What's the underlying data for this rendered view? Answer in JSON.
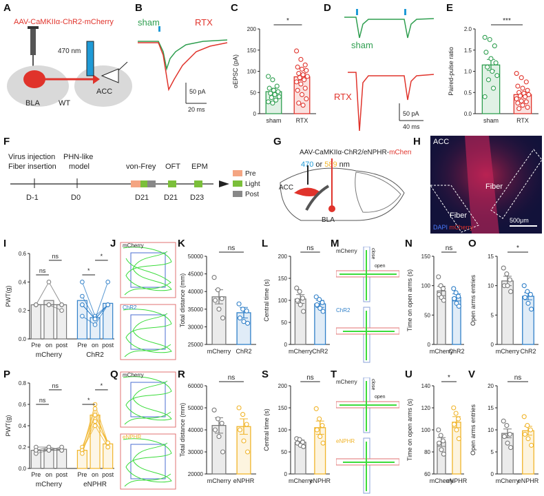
{
  "colors": {
    "sham": "#2e9e4f",
    "rtx": "#e0332b",
    "mcherry": "#777777",
    "chr2": "#2f7fc8",
    "enphr": "#f0b429",
    "pre": "#f4a582",
    "light": "#7bbf3a",
    "post": "#888888",
    "blue": "#1f9ad6",
    "red": "#e0332b"
  },
  "panels": {
    "A": "A",
    "B": "B",
    "C": "C",
    "D": "D",
    "E": "E",
    "F": "F",
    "G": "G",
    "H": "H",
    "I": "I",
    "J": "J",
    "K": "K",
    "L": "L",
    "M": "M",
    "N": "N",
    "O": "O",
    "P": "P",
    "Q": "Q",
    "R": "R",
    "S": "S",
    "T": "T",
    "U": "U",
    "V": "V"
  },
  "A": {
    "virus": "AAV-CaMKIIα-ChR2-mCherry",
    "wavelength": "470 nm",
    "bla": "BLA",
    "acc": "ACC",
    "genotype": "WT"
  },
  "B": {
    "sham": "sham",
    "rtx": "RTX",
    "scale_y": "50 pA",
    "scale_x": "20 ms"
  },
  "D": {
    "sham": "sham",
    "rtx": "RTX",
    "scale_y": "50 pA",
    "scale_x": "40 ms"
  },
  "F": {
    "ev1a": "Virus injection",
    "ev1b": "Fiber insertion",
    "ev2a": "PHN-like",
    "ev2b": "model",
    "t1": "D-1",
    "t2": "D0",
    "vf": "von-Frey",
    "oft": "OFT",
    "epm": "EPM",
    "d21a": "D21",
    "d21b": "D21",
    "d23": "D23",
    "legend": [
      "Pre",
      "Light",
      "Post"
    ]
  },
  "G": {
    "virus_a": "AAV-CaMKIIα-ChR2/eNPHR-",
    "virus_b": "mCherry",
    "w1": "470",
    "or": " or ",
    "w2": "589",
    "nm": " nm",
    "acc": "ACC",
    "bla": "BLA"
  },
  "H": {
    "acc": "ACC",
    "fiber1": "Fiber",
    "fiber2": "Fiber",
    "dapi": "DAPI",
    "mcherry": " mCherry",
    "scale": "500μm"
  },
  "J": {
    "top": "mCherry",
    "bottom": "ChR2"
  },
  "Q": {
    "top": "mCherry",
    "bottom": "eNPHR"
  },
  "M": {
    "top": "mCherry",
    "bottom": "ChR2",
    "close": "close",
    "open": "open"
  },
  "T": {
    "top": "mCherry",
    "bottom": "eNPHR",
    "close": "close",
    "open": "open"
  },
  "chart_data": [
    {
      "panel": "C",
      "type": "bar",
      "ylabel": "oEPSC (pA)",
      "ylim": [
        0,
        200
      ],
      "yticks": [
        0,
        50,
        100,
        150,
        200
      ],
      "categories": [
        "sham",
        "RTX"
      ],
      "values": [
        52,
        87
      ],
      "err": [
        8,
        8
      ],
      "sig": "*",
      "points": [
        [
          88,
          80,
          65,
          60,
          55,
          52,
          48,
          45,
          40,
          38,
          32,
          28,
          25
        ],
        [
          148,
          128,
          115,
          110,
          105,
          102,
          95,
          92,
          88,
          85,
          80,
          75,
          70,
          60,
          55,
          45,
          35,
          25,
          20
        ]
      ]
    },
    {
      "panel": "E",
      "type": "bar",
      "ylabel": "Paired-pulse ratio",
      "ylim": [
        0,
        2.0
      ],
      "yticks": [
        0.0,
        0.5,
        1.0,
        1.5,
        2.0
      ],
      "categories": [
        "sham",
        "RTX"
      ],
      "values": [
        1.15,
        0.45
      ],
      "err": [
        0.13,
        0.05
      ],
      "sig": "***",
      "points": [
        [
          1.8,
          1.75,
          1.6,
          1.45,
          1.3,
          1.2,
          1.1,
          1.0,
          0.9,
          0.8,
          0.6,
          0.4
        ],
        [
          0.95,
          0.85,
          0.75,
          0.65,
          0.6,
          0.55,
          0.5,
          0.48,
          0.45,
          0.42,
          0.4,
          0.35,
          0.3,
          0.28,
          0.25,
          0.2,
          0.15,
          0.12
        ]
      ]
    },
    {
      "panel": "I",
      "type": "paired-bar",
      "ylabel": "PWT(g)",
      "ylim": [
        0,
        0.6
      ],
      "yticks": [
        0.0,
        0.2,
        0.4,
        0.6
      ],
      "xticks": [
        "Pre",
        "on",
        "post",
        "Pre",
        "on",
        "post"
      ],
      "groups": [
        "mCherry",
        "ChR2"
      ],
      "values": [
        0.24,
        0.27,
        0.24,
        0.27,
        0.15,
        0.25
      ],
      "sig": [
        [
          "ns",
          "ns"
        ],
        [
          "*",
          "*"
        ]
      ],
      "lines": [
        [
          [
            0.24,
            0.24,
            0.24
          ],
          [
            0.24,
            0.4,
            0.24
          ],
          [
            0.24,
            0.24,
            0.24
          ],
          [
            0.24,
            0.24,
            0.24
          ],
          [
            0.24,
            0.24,
            0.2
          ],
          [
            0.24,
            0.24,
            0.24
          ]
        ],
        [
          [
            0.4,
            0.16,
            0.24
          ],
          [
            0.3,
            0.14,
            0.24
          ],
          [
            0.24,
            0.14,
            0.4
          ],
          [
            0.24,
            0.14,
            0.24
          ],
          [
            0.24,
            0.14,
            0.24
          ],
          [
            0.16,
            0.1,
            0.24
          ]
        ]
      ]
    },
    {
      "panel": "K",
      "type": "bar",
      "ylabel": "Total distance (mm)",
      "ylim": [
        25000,
        50000
      ],
      "yticks": [
        25000,
        30000,
        35000,
        40000,
        45000,
        50000
      ],
      "categories": [
        "mCherry",
        "ChR2"
      ],
      "values": [
        38500,
        34000
      ],
      "err": [
        2000,
        1500
      ],
      "sig": "ns",
      "points": [
        [
          44000,
          40500,
          38000,
          37500,
          35000,
          32500
        ],
        [
          36500,
          35000,
          34500,
          32500,
          31500,
          31000
        ]
      ]
    },
    {
      "panel": "L",
      "type": "bar",
      "ylabel": "Central time (s)",
      "ylim": [
        0,
        200
      ],
      "yticks": [
        0,
        50,
        100,
        150,
        200
      ],
      "categories": [
        "mCherry",
        "ChR2"
      ],
      "values": [
        103,
        92
      ],
      "err": [
        10,
        8
      ],
      "sig": "ns",
      "points": [
        [
          128,
          120,
          105,
          100,
          90,
          75
        ],
        [
          108,
          102,
          95,
          90,
          82,
          75
        ]
      ]
    },
    {
      "panel": "N",
      "type": "bar",
      "ylabel": "Time on open arms (s)",
      "ylim": [
        0,
        150
      ],
      "yticks": [
        0,
        50,
        100,
        150
      ],
      "categories": [
        "mCherry",
        "ChR2"
      ],
      "values": [
        91,
        80
      ],
      "err": [
        8,
        6
      ],
      "sig": "ns",
      "points": [
        [
          115,
          100,
          95,
          85,
          80,
          75
        ],
        [
          95,
          88,
          82,
          78,
          70,
          65
        ]
      ]
    },
    {
      "panel": "O",
      "type": "bar",
      "ylabel": "Open arms entries",
      "ylim": [
        0,
        15
      ],
      "yticks": [
        0,
        5,
        10,
        15
      ],
      "categories": [
        "mCherry",
        "ChR2"
      ],
      "values": [
        10.8,
        8.2
      ],
      "err": [
        0.8,
        0.6
      ],
      "sig": "*",
      "points": [
        [
          13,
          12,
          11,
          10,
          10,
          9
        ],
        [
          10,
          9,
          8.5,
          8,
          7,
          6
        ]
      ]
    },
    {
      "panel": "P",
      "type": "paired-bar",
      "ylabel": "PWT(g)",
      "ylim": [
        0,
        0.8
      ],
      "yticks": [
        0.0,
        0.2,
        0.4,
        0.6,
        0.8
      ],
      "xticks": [
        "Pre",
        "on",
        "post",
        "Pre",
        "on",
        "post"
      ],
      "groups": [
        "mCherry",
        "eNPHR"
      ],
      "values": [
        0.17,
        0.18,
        0.18,
        0.17,
        0.5,
        0.23
      ],
      "sig": [
        [
          "ns",
          "ns"
        ],
        [
          "*",
          "*"
        ]
      ],
      "lines": [
        [
          [
            0.17,
            0.17,
            0.17
          ],
          [
            0.17,
            0.2,
            0.17
          ],
          [
            0.17,
            0.17,
            0.2
          ],
          [
            0.2,
            0.2,
            0.17
          ],
          [
            0.14,
            0.17,
            0.17
          ],
          [
            0.17,
            0.17,
            0.2
          ]
        ],
        [
          [
            0.17,
            0.6,
            0.24
          ],
          [
            0.17,
            0.56,
            0.2
          ],
          [
            0.2,
            0.5,
            0.24
          ],
          [
            0.17,
            0.44,
            0.24
          ],
          [
            0.17,
            0.4,
            0.2
          ],
          [
            0.14,
            0.5,
            0.24
          ]
        ]
      ]
    },
    {
      "panel": "R",
      "type": "bar",
      "ylabel": "Total distance (mm)",
      "ylim": [
        20000,
        60000
      ],
      "yticks": [
        20000,
        30000,
        40000,
        50000,
        60000
      ],
      "categories": [
        "mCherry",
        "eNPHR"
      ],
      "values": [
        42000,
        41500
      ],
      "err": [
        3500,
        3500
      ],
      "sig": "ns",
      "points": [
        [
          49000,
          45000,
          43000,
          40000,
          37000,
          30000
        ],
        [
          50000,
          47000,
          42500,
          40000,
          35000,
          30000
        ]
      ]
    },
    {
      "panel": "S",
      "type": "bar",
      "ylabel": "Central time (s)",
      "ylim": [
        0,
        200
      ],
      "yticks": [
        0,
        50,
        100,
        150,
        200
      ],
      "categories": [
        "mCherry",
        "eNPHR"
      ],
      "values": [
        72,
        105
      ],
      "err": [
        5,
        15
      ],
      "sig": "ns",
      "points": [
        [
          80,
          78,
          72,
          70,
          65,
          62
        ],
        [
          148,
          125,
          110,
          100,
          85,
          70
        ]
      ]
    },
    {
      "panel": "U",
      "type": "bar",
      "ylabel": "Time on open arms (s)",
      "ylim": [
        60,
        140
      ],
      "yticks": [
        60,
        80,
        100,
        120,
        140
      ],
      "categories": [
        "mCherry",
        "eNPHR"
      ],
      "values": [
        89,
        107
      ],
      "err": [
        4,
        5
      ],
      "sig": "*",
      "points": [
        [
          100,
          95,
          90,
          88,
          82,
          78
        ],
        [
          120,
          115,
          110,
          105,
          100,
          92
        ]
      ]
    },
    {
      "panel": "V",
      "type": "bar",
      "ylabel": "Open arms entries",
      "ylim": [
        0,
        20
      ],
      "yticks": [
        0,
        5,
        10,
        15,
        20
      ],
      "categories": [
        "mCherry",
        "eNPHR"
      ],
      "values": [
        9.2,
        9.8
      ],
      "err": [
        1.0,
        1.0
      ],
      "sig": "ns",
      "points": [
        [
          12,
          11,
          9,
          8.5,
          7,
          6
        ],
        [
          13,
          11,
          10,
          9,
          8,
          6.5
        ]
      ]
    }
  ]
}
